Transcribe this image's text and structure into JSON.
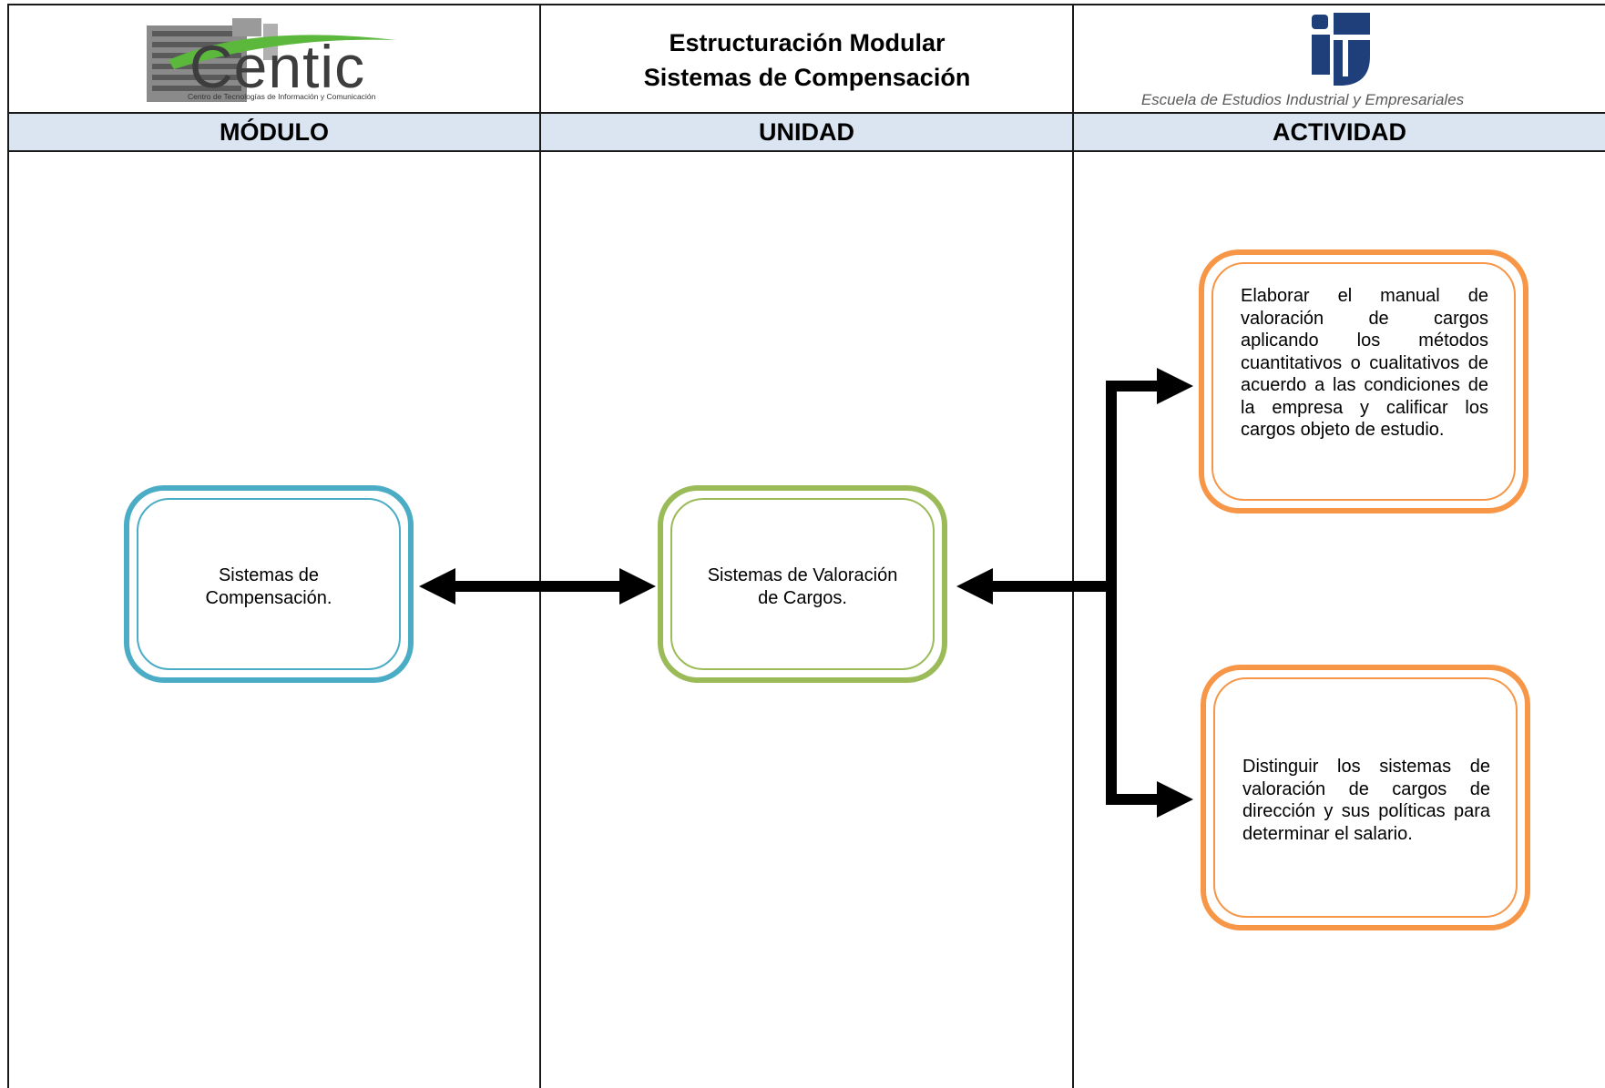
{
  "header": {
    "title_line1": "Estructuración Modular",
    "title_line2": "Sistemas de Compensación",
    "left_logo": {
      "word": "Centic",
      "caption": "Centro de Tecnologías de Información y Comunicación"
    },
    "right_logo": {
      "caption": "Escuela de Estudios Industrial y Empresariales"
    }
  },
  "columns": [
    {
      "label": "MÓDULO"
    },
    {
      "label": "UNIDAD"
    },
    {
      "label": "ACTIVIDAD"
    }
  ],
  "nodes": {
    "modulo": {
      "line1": "Sistemas de",
      "line2": "Compensación.",
      "color": "#4bacc6"
    },
    "unidad": {
      "line1": "Sistemas de Valoración",
      "line2": "de Cargos.",
      "color": "#9bbb59"
    },
    "actividad_1": {
      "text": "Elaborar el manual de valoración de cargos aplicando los métodos cuantitativos o cualitativos de acuerdo a las condiciones de la empresa y calificar los cargos objeto de estudio.",
      "color": "#f79646"
    },
    "actividad_2": {
      "text": "Distinguir los sistemas de valoración de cargos de dirección y sus políticas para determinar el salario.",
      "color": "#f79646"
    }
  },
  "colors": {
    "header_band": "#dbe5f1",
    "arrow": "#000000"
  }
}
